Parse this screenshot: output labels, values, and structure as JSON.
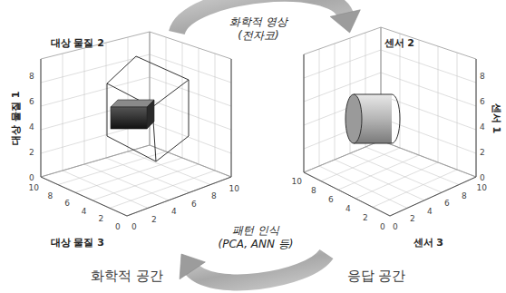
{
  "diagram": {
    "nodes": [
      {
        "text": [
          "대상 물질 2",
          "대상 물질 1",
          "대상 물질 3"
        ]
      },
      {
        "text": [
          "센서 2",
          "센서 1",
          "센서 3"
        ]
      }
    ],
    "edges": [
      {
        "from": 0,
        "to": 1,
        "label": "화학적 영상 (전자코)",
        "arrow": "to"
      },
      {
        "from": 1,
        "to": 0,
        "label": "패턴 인식 (PCA, ANN 등)",
        "arrow": "to"
      }
    ],
    "labels": [
      "화학적 공간",
      "응답 공간",
      "0",
      "2",
      "4",
      "6",
      "8",
      "10",
      "8",
      "6",
      "4",
      "2",
      "0",
      "0",
      "2",
      "4",
      "6",
      "8",
      "10",
      "0",
      "2",
      "4",
      "6",
      "8",
      "10",
      "8",
      "6",
      "4",
      "2",
      "0",
      "0",
      "2",
      "4",
      "6",
      "8",
      "10"
    ]
  }
}
